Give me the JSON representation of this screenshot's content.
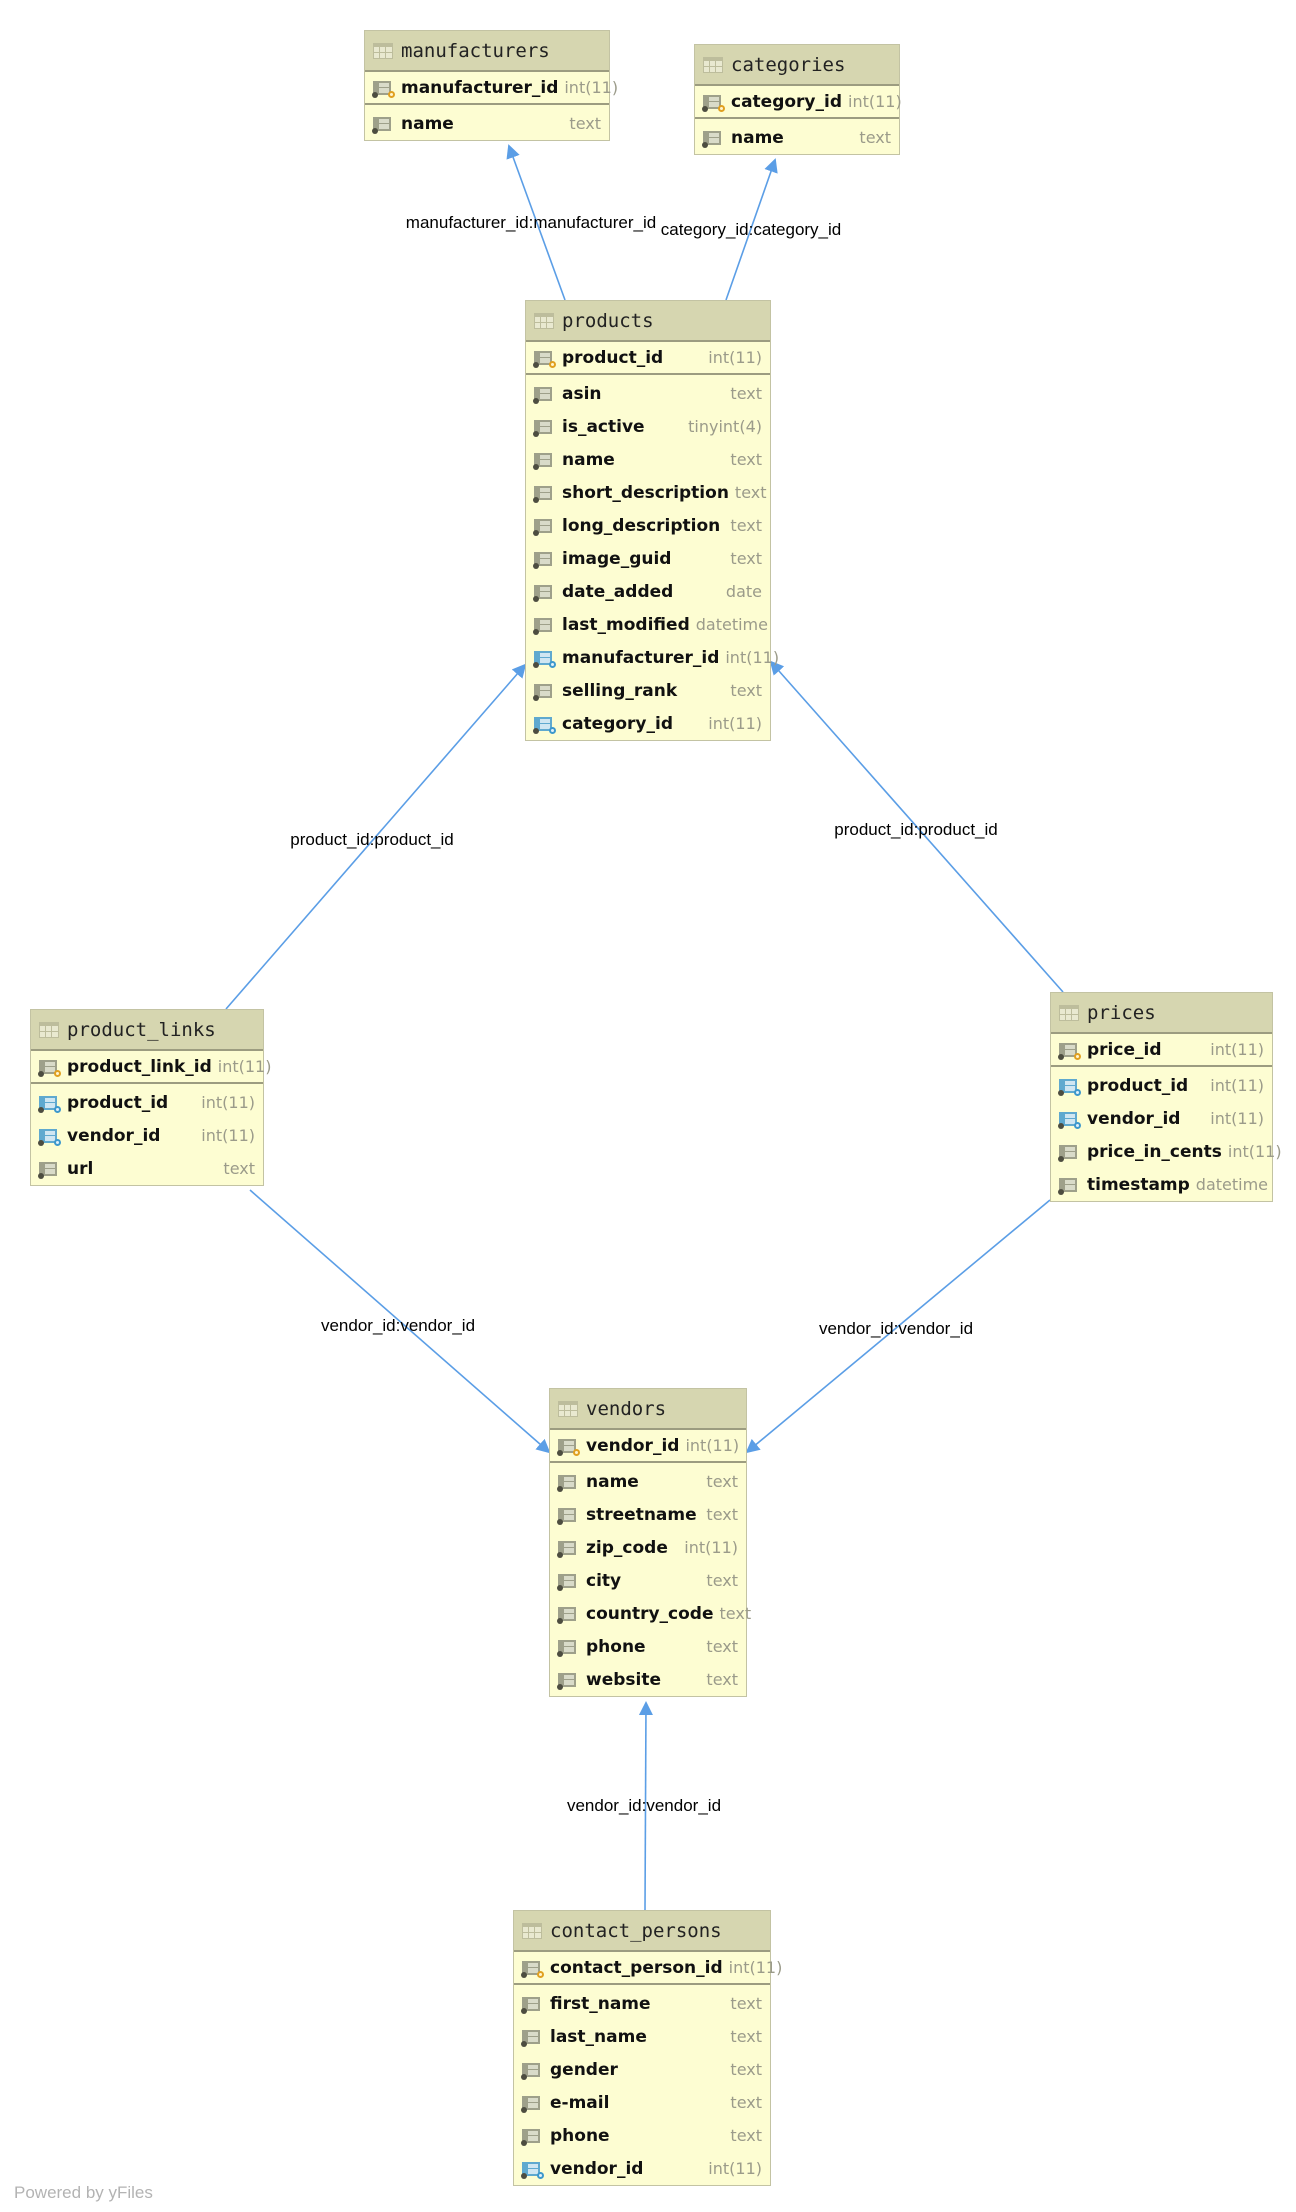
{
  "footer": "Powered by yFiles",
  "colors": {
    "edge": "#5b9ee6",
    "header": "#d6d6b0",
    "body": "#fdfdd2",
    "type_text": "#9b9b8a"
  },
  "tables": [
    {
      "id": "manufacturers",
      "name": "manufacturers",
      "columns": [
        {
          "name": "manufacturer_id",
          "type": "int(11)",
          "kind": "pk"
        },
        {
          "name": "name",
          "type": "text",
          "kind": "col"
        }
      ]
    },
    {
      "id": "categories",
      "name": "categories",
      "columns": [
        {
          "name": "category_id",
          "type": "int(11)",
          "kind": "pk"
        },
        {
          "name": "name",
          "type": "text",
          "kind": "col"
        }
      ]
    },
    {
      "id": "products",
      "name": "products",
      "columns": [
        {
          "name": "product_id",
          "type": "int(11)",
          "kind": "pk"
        },
        {
          "name": "asin",
          "type": "text",
          "kind": "col"
        },
        {
          "name": "is_active",
          "type": "tinyint(4)",
          "kind": "col"
        },
        {
          "name": "name",
          "type": "text",
          "kind": "col"
        },
        {
          "name": "short_description",
          "type": "text",
          "kind": "col"
        },
        {
          "name": "long_description",
          "type": "text",
          "kind": "col"
        },
        {
          "name": "image_guid",
          "type": "text",
          "kind": "col"
        },
        {
          "name": "date_added",
          "type": "date",
          "kind": "col"
        },
        {
          "name": "last_modified",
          "type": "datetime",
          "kind": "col"
        },
        {
          "name": "manufacturer_id",
          "type": "int(11)",
          "kind": "fk"
        },
        {
          "name": "selling_rank",
          "type": "text",
          "kind": "col"
        },
        {
          "name": "category_id",
          "type": "int(11)",
          "kind": "fk"
        }
      ]
    },
    {
      "id": "product_links",
      "name": "product_links",
      "columns": [
        {
          "name": "product_link_id",
          "type": "int(11)",
          "kind": "pk"
        },
        {
          "name": "product_id",
          "type": "int(11)",
          "kind": "fk"
        },
        {
          "name": "vendor_id",
          "type": "int(11)",
          "kind": "fk"
        },
        {
          "name": "url",
          "type": "text",
          "kind": "col"
        }
      ]
    },
    {
      "id": "prices",
      "name": "prices",
      "columns": [
        {
          "name": "price_id",
          "type": "int(11)",
          "kind": "pk"
        },
        {
          "name": "product_id",
          "type": "int(11)",
          "kind": "fk"
        },
        {
          "name": "vendor_id",
          "type": "int(11)",
          "kind": "fk"
        },
        {
          "name": "price_in_cents",
          "type": "int(11)",
          "kind": "col"
        },
        {
          "name": "timestamp",
          "type": "datetime",
          "kind": "col"
        }
      ]
    },
    {
      "id": "vendors",
      "name": "vendors",
      "columns": [
        {
          "name": "vendor_id",
          "type": "int(11)",
          "kind": "pk"
        },
        {
          "name": "name",
          "type": "text",
          "kind": "col"
        },
        {
          "name": "streetname",
          "type": "text",
          "kind": "col"
        },
        {
          "name": "zip_code",
          "type": "int(11)",
          "kind": "col"
        },
        {
          "name": "city",
          "type": "text",
          "kind": "col"
        },
        {
          "name": "country_code",
          "type": "text",
          "kind": "col"
        },
        {
          "name": "phone",
          "type": "text",
          "kind": "col"
        },
        {
          "name": "website",
          "type": "text",
          "kind": "col"
        }
      ]
    },
    {
      "id": "contact_persons",
      "name": "contact_persons",
      "columns": [
        {
          "name": "contact_person_id",
          "type": "int(11)",
          "kind": "pk"
        },
        {
          "name": "first_name",
          "type": "text",
          "kind": "col"
        },
        {
          "name": "last_name",
          "type": "text",
          "kind": "col"
        },
        {
          "name": "gender",
          "type": "text",
          "kind": "col"
        },
        {
          "name": "e-mail",
          "type": "text",
          "kind": "col"
        },
        {
          "name": "phone",
          "type": "text",
          "kind": "col"
        },
        {
          "name": "vendor_id",
          "type": "int(11)",
          "kind": "fk"
        }
      ]
    }
  ],
  "relations": [
    {
      "from": "products",
      "to": "manufacturers",
      "label": "manufacturer_id:manufacturer_id"
    },
    {
      "from": "products",
      "to": "categories",
      "label": "category_id:category_id"
    },
    {
      "from": "product_links",
      "to": "products",
      "label": "product_id:product_id"
    },
    {
      "from": "prices",
      "to": "products",
      "label": "product_id:product_id"
    },
    {
      "from": "product_links",
      "to": "vendors",
      "label": "vendor_id:vendor_id"
    },
    {
      "from": "prices",
      "to": "vendors",
      "label": "vendor_id:vendor_id"
    },
    {
      "from": "contact_persons",
      "to": "vendors",
      "label": "vendor_id:vendor_id"
    }
  ]
}
